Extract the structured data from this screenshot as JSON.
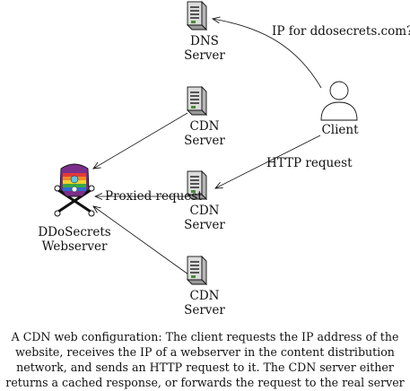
{
  "nodes": {
    "dns": {
      "label_lines": [
        "DNS",
        "Server"
      ],
      "icon": "server-icon"
    },
    "cdn_top": {
      "label_lines": [
        "CDN",
        "Server"
      ],
      "icon": "server-icon"
    },
    "cdn_mid": {
      "label_lines": [
        "CDN",
        "Server"
      ],
      "icon": "server-icon"
    },
    "cdn_bottom": {
      "label_lines": [
        "CDN",
        "Server"
      ],
      "icon": "server-icon"
    },
    "client": {
      "label": "Client",
      "icon": "user-icon"
    },
    "webserver": {
      "label_lines": [
        "DDoSecrets",
        "Webserver"
      ],
      "icon": "ddosecrets-logo-icon"
    }
  },
  "edges": {
    "dns_query": "IP for ddosecrets.com?",
    "http_request": "HTTP request",
    "proxied_request": "Proxied request"
  },
  "caption": "A CDN web configuration: The client requests the IP address of the website, receives the IP of a webserver in the content distribution network, and sends an HTTP request to it. The CDN server either returns a cached response, or forwards the request to the real server"
}
